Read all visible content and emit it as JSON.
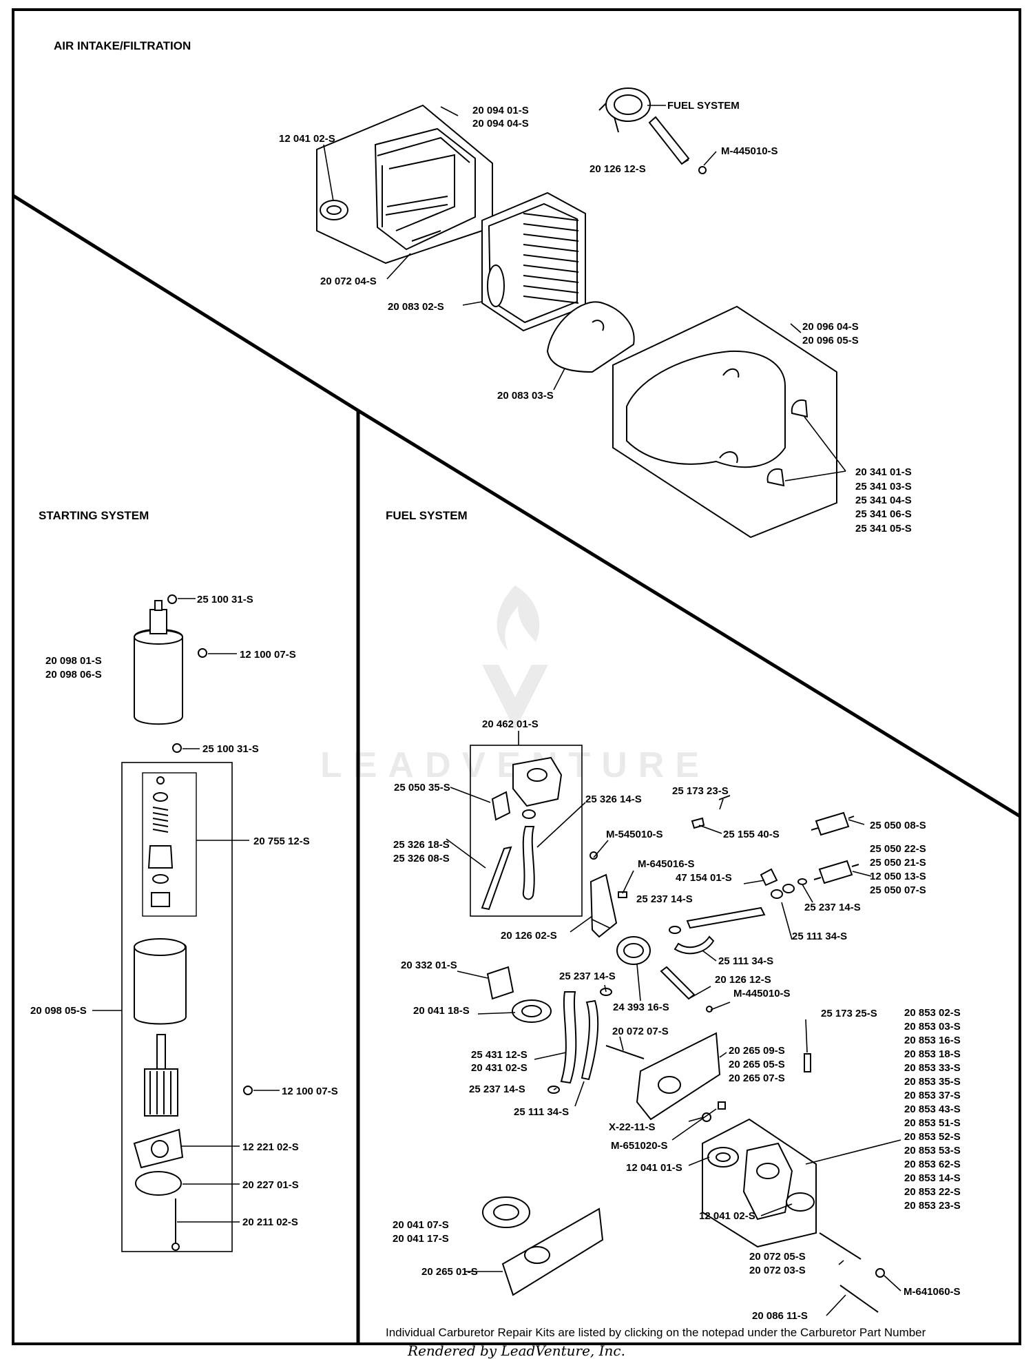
{
  "sections": {
    "air_intake": "AIR INTAKE/FILTRATION",
    "starting": "STARTING SYSTEM",
    "fuel": "FUEL SYSTEM",
    "fuel_pump_callout": "FUEL SYSTEM"
  },
  "labels": {
    "a1": "12 041 02-S",
    "a2": "20 094 01-S",
    "a3": "20 094 04-S",
    "a4": "20 126 12-S",
    "a5": "M-445010-S",
    "a6": "20 072 04-S",
    "a7": "20 083 02-S",
    "a8": "20 096 04-S",
    "a9": "20 096 05-S",
    "a10": "20 083 03-S",
    "a11": "20 341 01-S",
    "a12": "25 341 03-S",
    "a13": "25 341 04-S",
    "a14": "25 341 06-S",
    "a15": "25 341 05-S",
    "s1": "25 100 31-S",
    "s2": "20 098 01-S",
    "s3": "20 098 06-S",
    "s4": "12 100 07-S",
    "s5": "25 100 31-S",
    "s6": "20 755 12-S",
    "s7": "20 098 05-S",
    "s8": "12 100 07-S",
    "s9": "12 221 02-S",
    "s10": "20 227 01-S",
    "s11": "20 211 02-S",
    "f1": "20 462 01-S",
    "f2": "25 050 35-S",
    "f3": "25 326 14-S",
    "f4": "25 326 18-S",
    "f5": "25 326 08-S",
    "f6": "M-545010-S",
    "f7": "25 173 23-S",
    "f8": "25 155 40-S",
    "f9": "25 050 08-S",
    "f10": "M-645016-S",
    "f11": "25 050 22-S",
    "f12": "25 050 21-S",
    "f13": "12 050 13-S",
    "f14": "25 050 07-S",
    "f15": "47 154 01-S",
    "f16": "25 237 14-S",
    "f17": "25 237 14-S",
    "f18": "20 126 02-S",
    "f19": "25 111 34-S",
    "f20": "25 111 34-S",
    "f21": "20 332 01-S",
    "f22": "25 237 14-S",
    "f23": "20 126 12-S",
    "f24": "M-445010-S",
    "f25": "20 041 18-S",
    "f26": "24 393 16-S",
    "f27": "25 173 25-S",
    "f28": "20 072 07-S",
    "f29": "25 431 12-S",
    "f30": "20 431 02-S",
    "f31": "20 265 09-S",
    "f32": "20 265 05-S",
    "f33": "20 265 07-S",
    "f34": "25 237 14-S",
    "f35": "25 111 34-S",
    "f36": "X-22-11-S",
    "f37": "M-651020-S",
    "f38": "12 041 01-S",
    "f39": "12 041 02-S",
    "f40": "20 041 07-S",
    "f41": "20 041 17-S",
    "f42": "20 265 01-S",
    "f43": "20 072 05-S",
    "f44": "20 072 03-S",
    "f45": "M-641060-S",
    "f46": "20 086 11-S"
  },
  "carburetor_numbers": [
    "20 853 02-S",
    "20 853 03-S",
    "20 853 16-S",
    "20 853 18-S",
    "20 853 33-S",
    "20 853 35-S",
    "20 853 37-S",
    "20 853 43-S",
    "20 853 51-S",
    "20 853 52-S",
    "20 853 53-S",
    "20 853 62-S",
    "20 853 14-S",
    "20 853 22-S",
    "20 853 23-S"
  ],
  "note": "Individual Carburetor Repair Kits are listed by clicking on the notepad under the Carburetor Part Number",
  "footer": "Rendered by LeadVenture, Inc.",
  "watermark": "LEADVENTURE"
}
